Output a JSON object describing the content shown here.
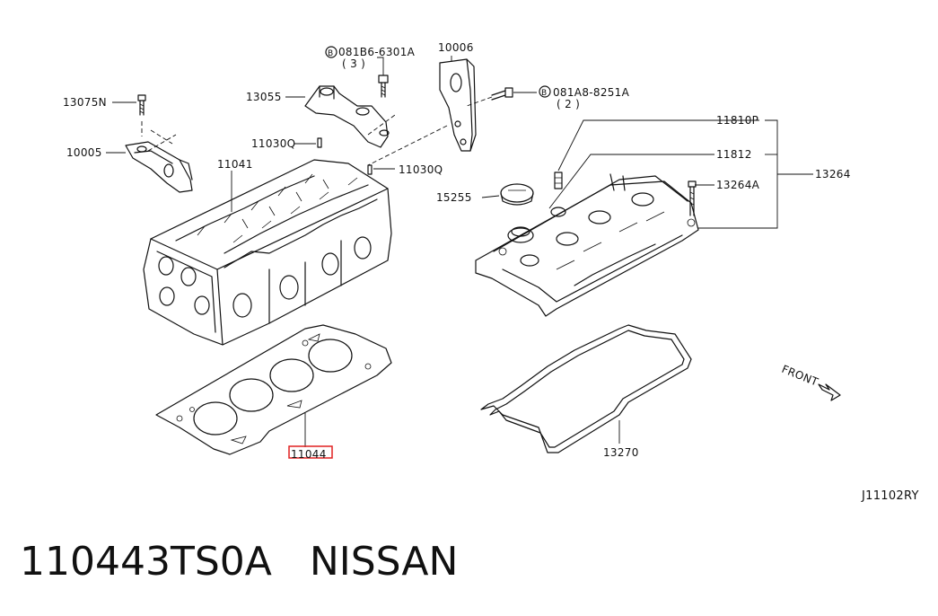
{
  "labels": {
    "p13075n": "13075N",
    "p10005": "10005",
    "p13055": "13055",
    "bolt1_num": "081B6-6301A",
    "bolt1_qty": "( 3 )",
    "bolt2_num": "081A8-8251A",
    "bolt2_qty": "( 2 )",
    "bolt_symbol": "B",
    "p10006": "10006",
    "p11030q_a": "11030Q",
    "p11030q_b": "11030Q",
    "p11041": "11041",
    "p11810p": "11810P",
    "p11812": "11812",
    "p13264": "13264",
    "p13264a": "13264A",
    "p15255": "15255",
    "p11044": "11044",
    "p13270": "13270",
    "front": "FRONT",
    "diagram_code": "J11102RY"
  },
  "highlight_color": "#e02020",
  "footer": {
    "part_number": "110443TS0A",
    "brand": "NISSAN"
  }
}
